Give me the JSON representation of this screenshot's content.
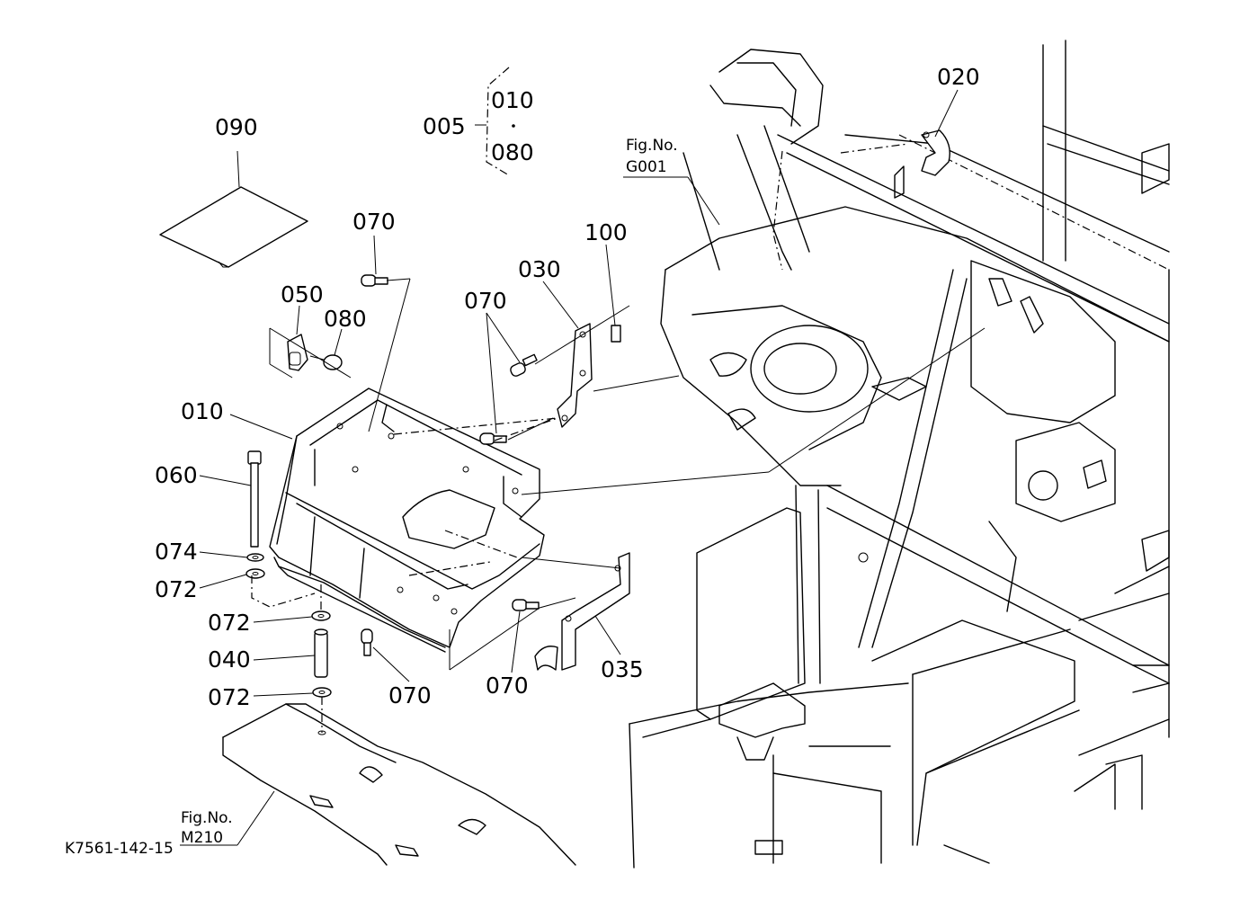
{
  "drawing_id": "K7561-142-15",
  "assembly_group": {
    "label": "005",
    "from": "010",
    "to": "080"
  },
  "figure_refs": [
    {
      "id": "fig-g001",
      "line1": "Fig.No.",
      "line2": "G001"
    },
    {
      "id": "fig-m210",
      "line1": "Fig.No.",
      "line2": "M210"
    }
  ],
  "part_labels": {
    "p090": "090",
    "p070_top": "070",
    "p050": "050",
    "p080": "080",
    "p010": "010",
    "p060": "060",
    "p074": "074",
    "p072_a": "072",
    "p072_b": "072",
    "p040": "040",
    "p072_c": "072",
    "p070_bl": "070",
    "p070_br": "070",
    "p070_mid": "070",
    "p030": "030",
    "p100": "100",
    "p020": "020",
    "p035": "035"
  }
}
